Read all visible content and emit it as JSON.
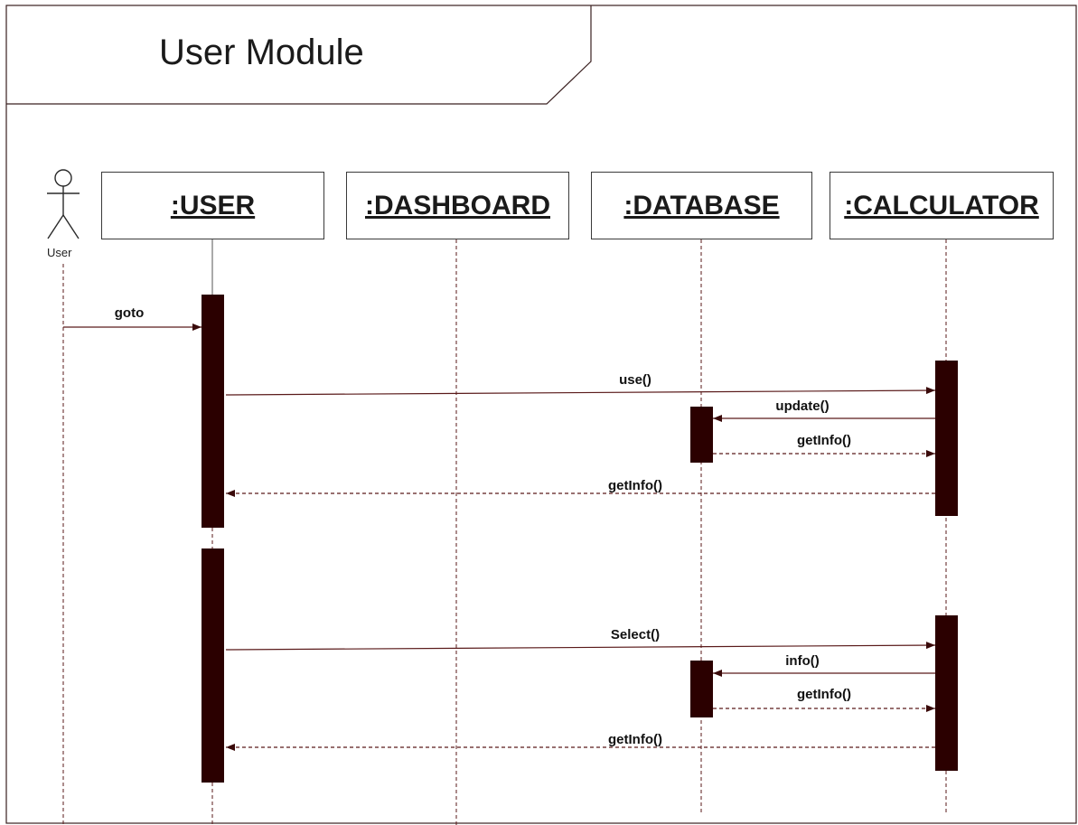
{
  "frame": {
    "title": "User Module"
  },
  "actor": {
    "label": "User"
  },
  "lifelines": [
    {
      "id": "user",
      "label": ":USER"
    },
    {
      "id": "dashboard",
      "label": ":DASHBOARD"
    },
    {
      "id": "database",
      "label": ":DATABASE"
    },
    {
      "id": "calculator",
      "label": ":CALCULATOR"
    }
  ],
  "messages": [
    {
      "label": "goto",
      "from": "actor",
      "to": "user",
      "style": "solid"
    },
    {
      "label": "use()",
      "from": "user",
      "to": "calculator",
      "style": "solid"
    },
    {
      "label": "update()",
      "from": "calculator",
      "to": "database",
      "style": "solid"
    },
    {
      "label": "getInfo()",
      "from": "database",
      "to": "calculator",
      "style": "dashed"
    },
    {
      "label": "getInfo()",
      "from": "calculator",
      "to": "user",
      "style": "dashed"
    },
    {
      "label": "Select()",
      "from": "user",
      "to": "calculator",
      "style": "solid"
    },
    {
      "label": "info()",
      "from": "calculator",
      "to": "database",
      "style": "solid"
    },
    {
      "label": "getInfo()",
      "from": "database",
      "to": "calculator",
      "style": "dashed"
    },
    {
      "label": "getInfo()",
      "from": "calculator",
      "to": "user",
      "style": "dashed"
    }
  ],
  "colors": {
    "line": "#5a1a1a",
    "activation": "#2b0000",
    "border": "#3a3a3a"
  }
}
